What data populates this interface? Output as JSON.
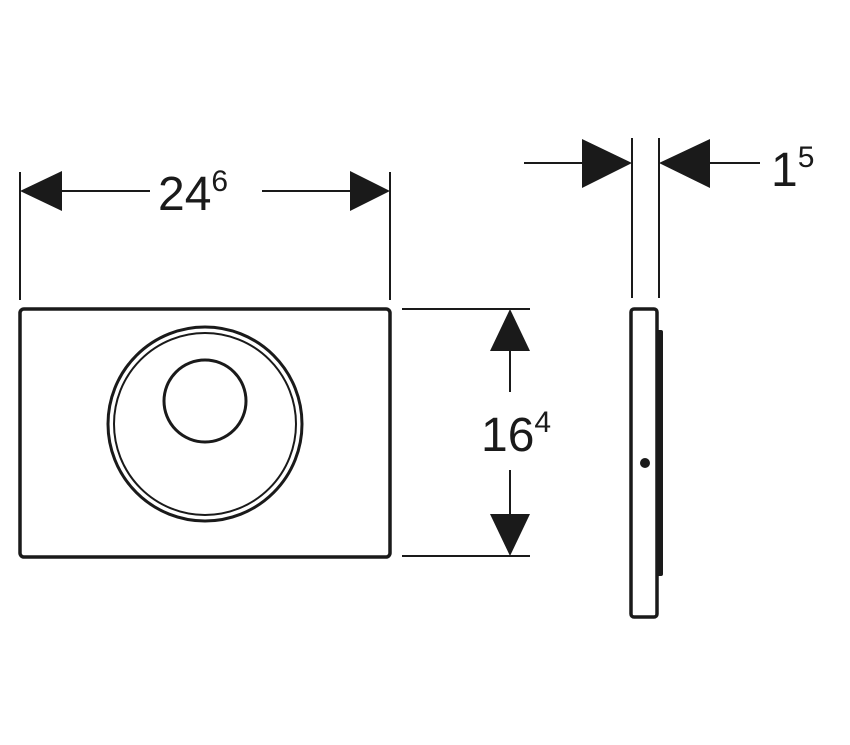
{
  "dimensions": {
    "width": {
      "main": "24",
      "sup": "6"
    },
    "height": {
      "main": "16",
      "sup": "4"
    },
    "thickness": {
      "main": "1",
      "sup": "5"
    }
  },
  "colors": {
    "line": "#1a1a1a",
    "background": "#ffffff"
  }
}
